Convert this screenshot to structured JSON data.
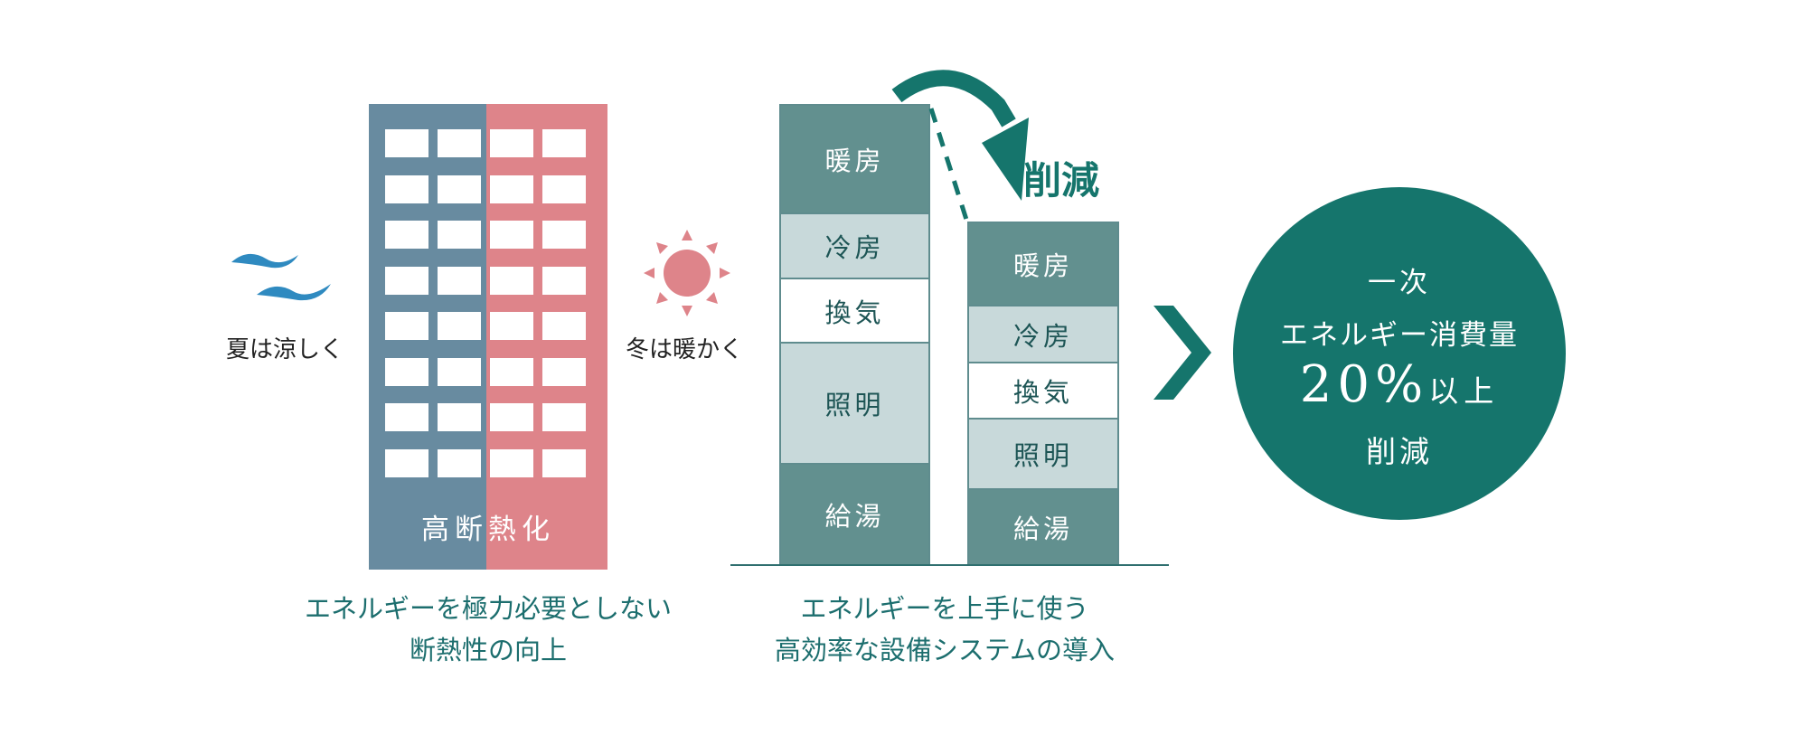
{
  "insulation": {
    "summer_label": "夏は涼しく",
    "winter_label": "冬は暖かく",
    "building_label": "高断熱化",
    "caption_line1": "エネルギーを極力必要としない",
    "caption_line2": "断熱性の向上",
    "colors": {
      "cool": "#688ba0",
      "warm": "#de848a",
      "wave": "#2f8ac0"
    },
    "icons": [
      "wind-icon",
      "sun-icon"
    ]
  },
  "equipment": {
    "before_segments": [
      "暖房",
      "冷房",
      "換気",
      "照明",
      "給湯"
    ],
    "after_segments": [
      "暖房",
      "冷房",
      "換気",
      "照明",
      "給湯"
    ],
    "reduction_label": "削減",
    "caption_line1": "エネルギーを上手に使う",
    "caption_line2": "高効率な設備システムの導入",
    "colors": {
      "dark": "#62908f",
      "light": "#c8d9da",
      "accent": "#15756c"
    }
  },
  "result": {
    "line1": "一次",
    "line2": "エネルギー消費量",
    "percent": "20%",
    "percent_suffix": "以上",
    "line4": "削減",
    "color": "#15756c"
  }
}
